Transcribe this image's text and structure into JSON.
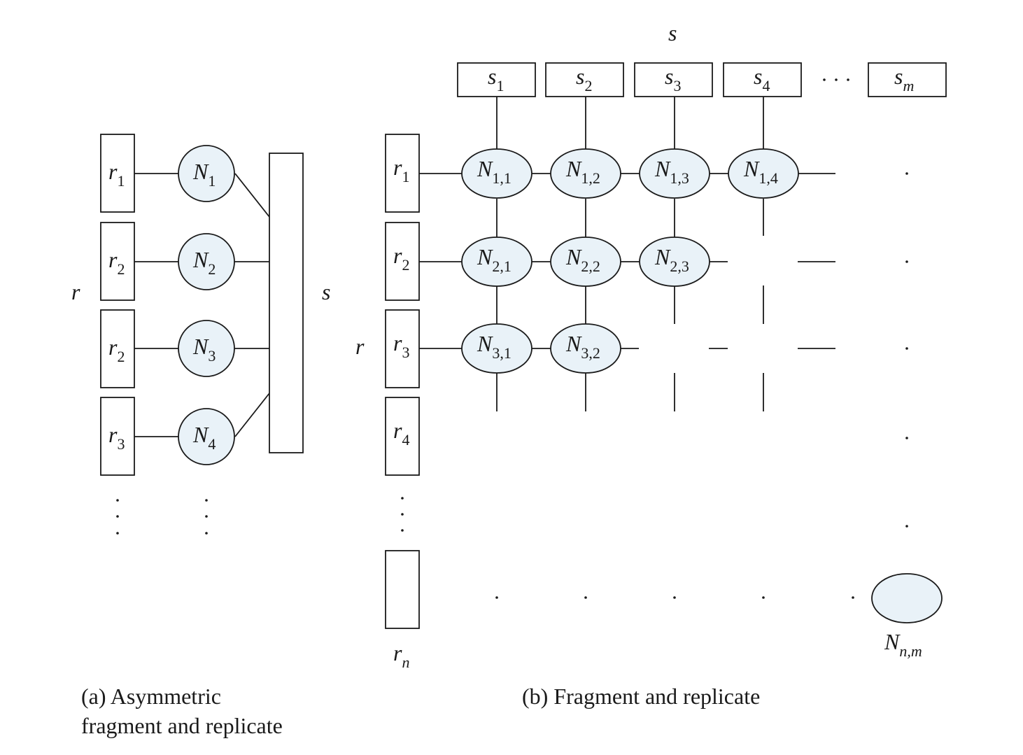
{
  "panel_a": {
    "r_label": "r",
    "s_label": "s",
    "r_boxes": [
      {
        "base": "r",
        "sub": "1"
      },
      {
        "base": "r",
        "sub": "2"
      },
      {
        "base": "r",
        "sub": "2"
      },
      {
        "base": "r",
        "sub": "3"
      }
    ],
    "nodes": [
      {
        "base": "N",
        "sub": "1"
      },
      {
        "base": "N",
        "sub": "2"
      },
      {
        "base": "N",
        "sub": "3"
      },
      {
        "base": "N",
        "sub": "4"
      }
    ],
    "caption_line1": "(a) Asymmetric",
    "caption_line2": "fragment and replicate"
  },
  "panel_b": {
    "s_label": "s",
    "r_label": "r",
    "s_boxes": [
      {
        "base": "s",
        "sub": "1"
      },
      {
        "base": "s",
        "sub": "2"
      },
      {
        "base": "s",
        "sub": "3"
      },
      {
        "base": "s",
        "sub": "4"
      },
      {
        "base": "s",
        "sub": "m"
      }
    ],
    "r_boxes": [
      {
        "base": "r",
        "sub": "1"
      },
      {
        "base": "r",
        "sub": "2"
      },
      {
        "base": "r",
        "sub": "3"
      },
      {
        "base": "r",
        "sub": "4"
      }
    ],
    "r_last": {
      "base": "r",
      "sub": "n"
    },
    "nodes": [
      {
        "base": "N",
        "sub": "1,1"
      },
      {
        "base": "N",
        "sub": "1,2"
      },
      {
        "base": "N",
        "sub": "1,3"
      },
      {
        "base": "N",
        "sub": "1,4"
      },
      {
        "base": "N",
        "sub": "2,1"
      },
      {
        "base": "N",
        "sub": "2,2"
      },
      {
        "base": "N",
        "sub": "2,3"
      },
      {
        "base": "N",
        "sub": "3,1"
      },
      {
        "base": "N",
        "sub": "3,2"
      }
    ],
    "last_node": {
      "base": "N",
      "sub": "n,m"
    },
    "caption": "(b) Fragment and replicate"
  }
}
